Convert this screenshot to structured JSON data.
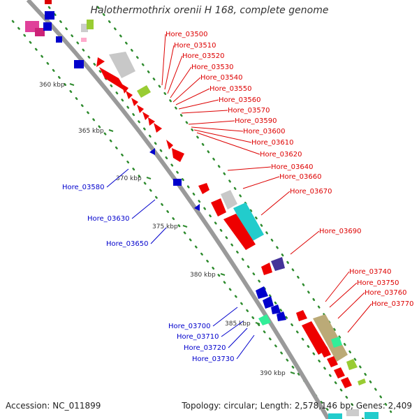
{
  "title": "Halothermothrix orenii H 168, complete genome",
  "footer": {
    "accession": "Accession: NC_011899",
    "stats": "Topology: circular; Length: 2,578,146 bp; Genes: 2,409"
  },
  "colors": {
    "backbone": "#999999",
    "forward_label": "#dd0000",
    "reverse_label": "#0000cc",
    "tick": "#2e8b2e"
  },
  "ticks": [
    "360 kbp",
    "365 kbp",
    "370 kbp",
    "375 kbp",
    "380 kbp",
    "385 kbp",
    "390 kbp"
  ],
  "gene_labels": {
    "forward": [
      "Hore_03500",
      "Hore_03510",
      "Hore_03520",
      "Hore_03530",
      "Hore_03540",
      "Hore_03550",
      "Hore_03560",
      "Hore_03570",
      "Hore_03590",
      "Hore_03600",
      "Hore_03610",
      "Hore_03620",
      "Hore_03640",
      "Hore_03660",
      "Hore_03670",
      "Hore_03690",
      "Hore_03740",
      "Hore_03750",
      "Hore_03760",
      "Hore_03770"
    ],
    "reverse": [
      "Hore_03580",
      "Hore_03630",
      "Hore_03650",
      "Hore_03700",
      "Hore_03710",
      "Hore_03720",
      "Hore_03730"
    ]
  }
}
